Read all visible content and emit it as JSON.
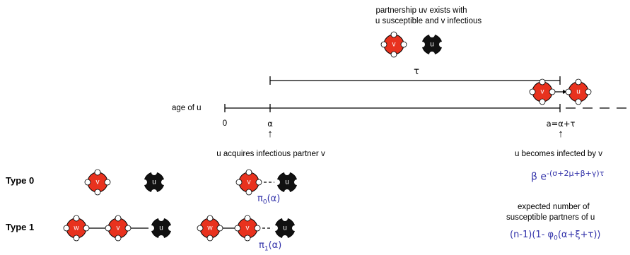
{
  "header": {
    "line1": "partnership uv exists with",
    "line2": "u susceptible and v infectious"
  },
  "timeline": {
    "tau": "τ",
    "age_label": "age of u",
    "tick_0": "0",
    "tick_alpha": "α",
    "tick_a": "a=α+τ",
    "arrow_up": "↑",
    "event_acquire": "u acquires infectious partner v",
    "event_infected": "u becomes infected by v"
  },
  "rate": {
    "base": "β e",
    "exponent": "-(σ+2μ+β+γ)τ"
  },
  "types": {
    "type0": "Type 0",
    "type1": "Type 1"
  },
  "pi": {
    "pi0_base": "π",
    "pi0_sub": "0",
    "pi0_arg": "(α)",
    "pi1_base": "π",
    "pi1_sub": "1",
    "pi1_arg": "(α)"
  },
  "expected": {
    "line1": "expected number of",
    "line2": "susceptible partners of u",
    "formula_pre": "(n-1)(1- φ",
    "formula_sub": "0",
    "formula_post": "(α+ξ+τ))"
  },
  "nodes": {
    "u": "u",
    "v": "v",
    "w": "w"
  },
  "colors": {
    "infectious": "#e8321e",
    "susceptible": "#111111",
    "formula": "#3333aa"
  }
}
